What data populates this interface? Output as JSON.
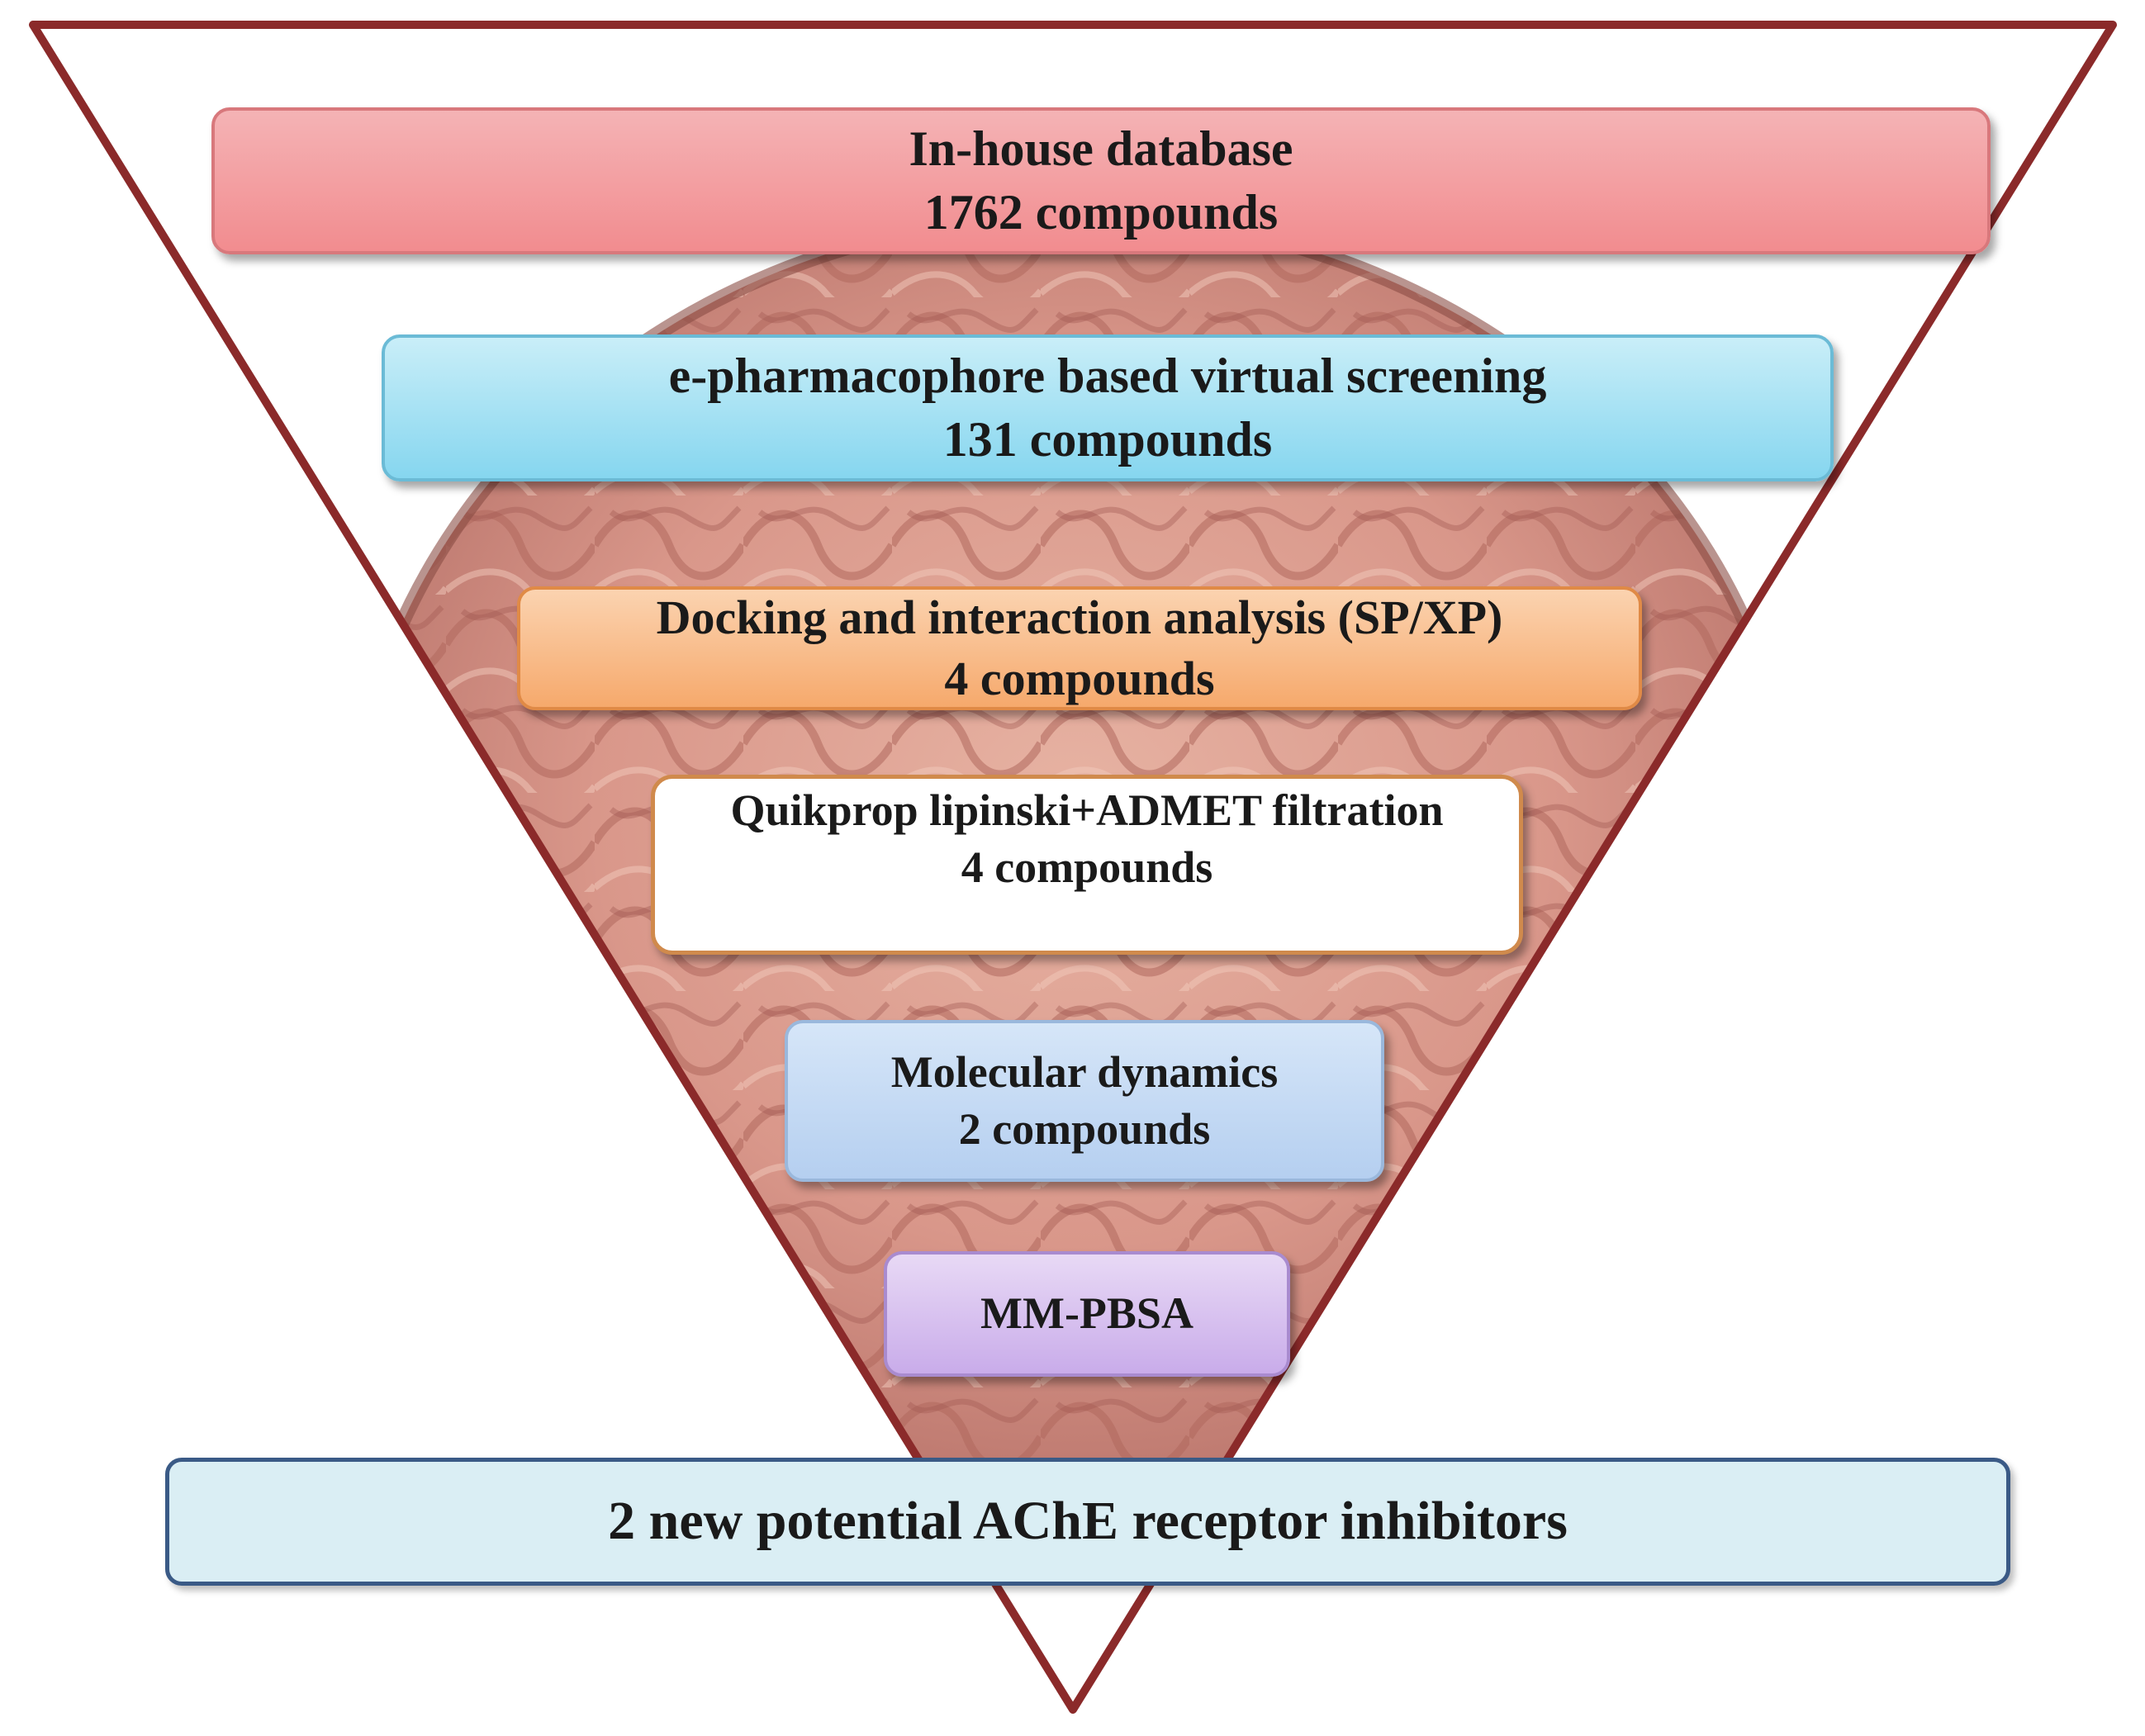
{
  "colors": {
    "funnel_outline": "#8b2a2a",
    "step1_fill": "#f28c8f",
    "step2_fill": "#86d6ef",
    "step3_fill": "#f6a96c",
    "step4_fill": "#ffffff",
    "step5_fill": "#b5cff0",
    "step6_fill": "#c9acea",
    "result_fill": "#daeef4",
    "result_border": "#3a5a86"
  },
  "background_image": "brain-photo",
  "steps": [
    {
      "line1": "In-house database",
      "line2": "1762  compounds"
    },
    {
      "line1": "e-pharmacophore  based  virtual  screening",
      "line2": "131  compounds"
    },
    {
      "line1": "Docking and interaction  analysis  (SP/XP)",
      "line2": "4  compounds"
    },
    {
      "line1": "Quikprop lipinski+ADMET filtration",
      "line2": "4  compounds"
    },
    {
      "line1": "Molecular dynamics",
      "line2": "2 compounds"
    },
    {
      "line1": "MM-PBSA"
    }
  ],
  "result": {
    "text": "2 new potential  AChE receptor inhibitors"
  }
}
